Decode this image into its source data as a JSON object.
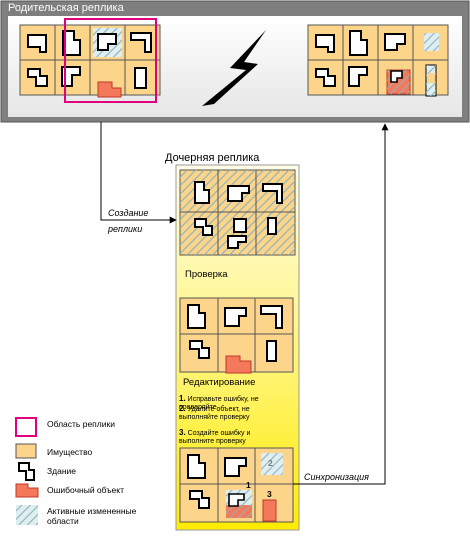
{
  "parent_replica": {
    "title": "Родительская реплика"
  },
  "child_replica": {
    "title": "Дочерняя реплика"
  },
  "arrows": {
    "create_line1": "Создание",
    "create_line2": "реплики",
    "synchronize": "Синхронизация"
  },
  "sections": {
    "validation": "Проверка",
    "editing": "Редактирование"
  },
  "steps": [
    {
      "num": "1.",
      "text": "Исправьте ошибку, не проверяйте"
    },
    {
      "num": "2.",
      "text": "Удалите объект, не выполняйте проверку"
    },
    {
      "num": "3.",
      "text": "Создайте ошибку и выполните проверку"
    }
  ],
  "cell_numbers": [
    "1",
    "2",
    "3"
  ],
  "legend": [
    {
      "icon": "replica-area-icon",
      "label": "Область реплики"
    },
    {
      "icon": "parcel-icon",
      "label": "Имущество"
    },
    {
      "icon": "building-icon",
      "label": "Здание"
    },
    {
      "icon": "error-feature-icon",
      "label": "Ошибочный объект"
    },
    {
      "icon": "dirty-area-icon",
      "label": "Активные измененные области"
    }
  ],
  "colors": {
    "parent_frame": "#7f7f7f",
    "parcel": "#fdd58a",
    "error_feature": "#f4785a",
    "replica_area": "#e0007c",
    "dirty_area": "#a9c8cf",
    "child_gradient_top": "#fffde0",
    "child_gradient_bottom": "#ffee00"
  }
}
